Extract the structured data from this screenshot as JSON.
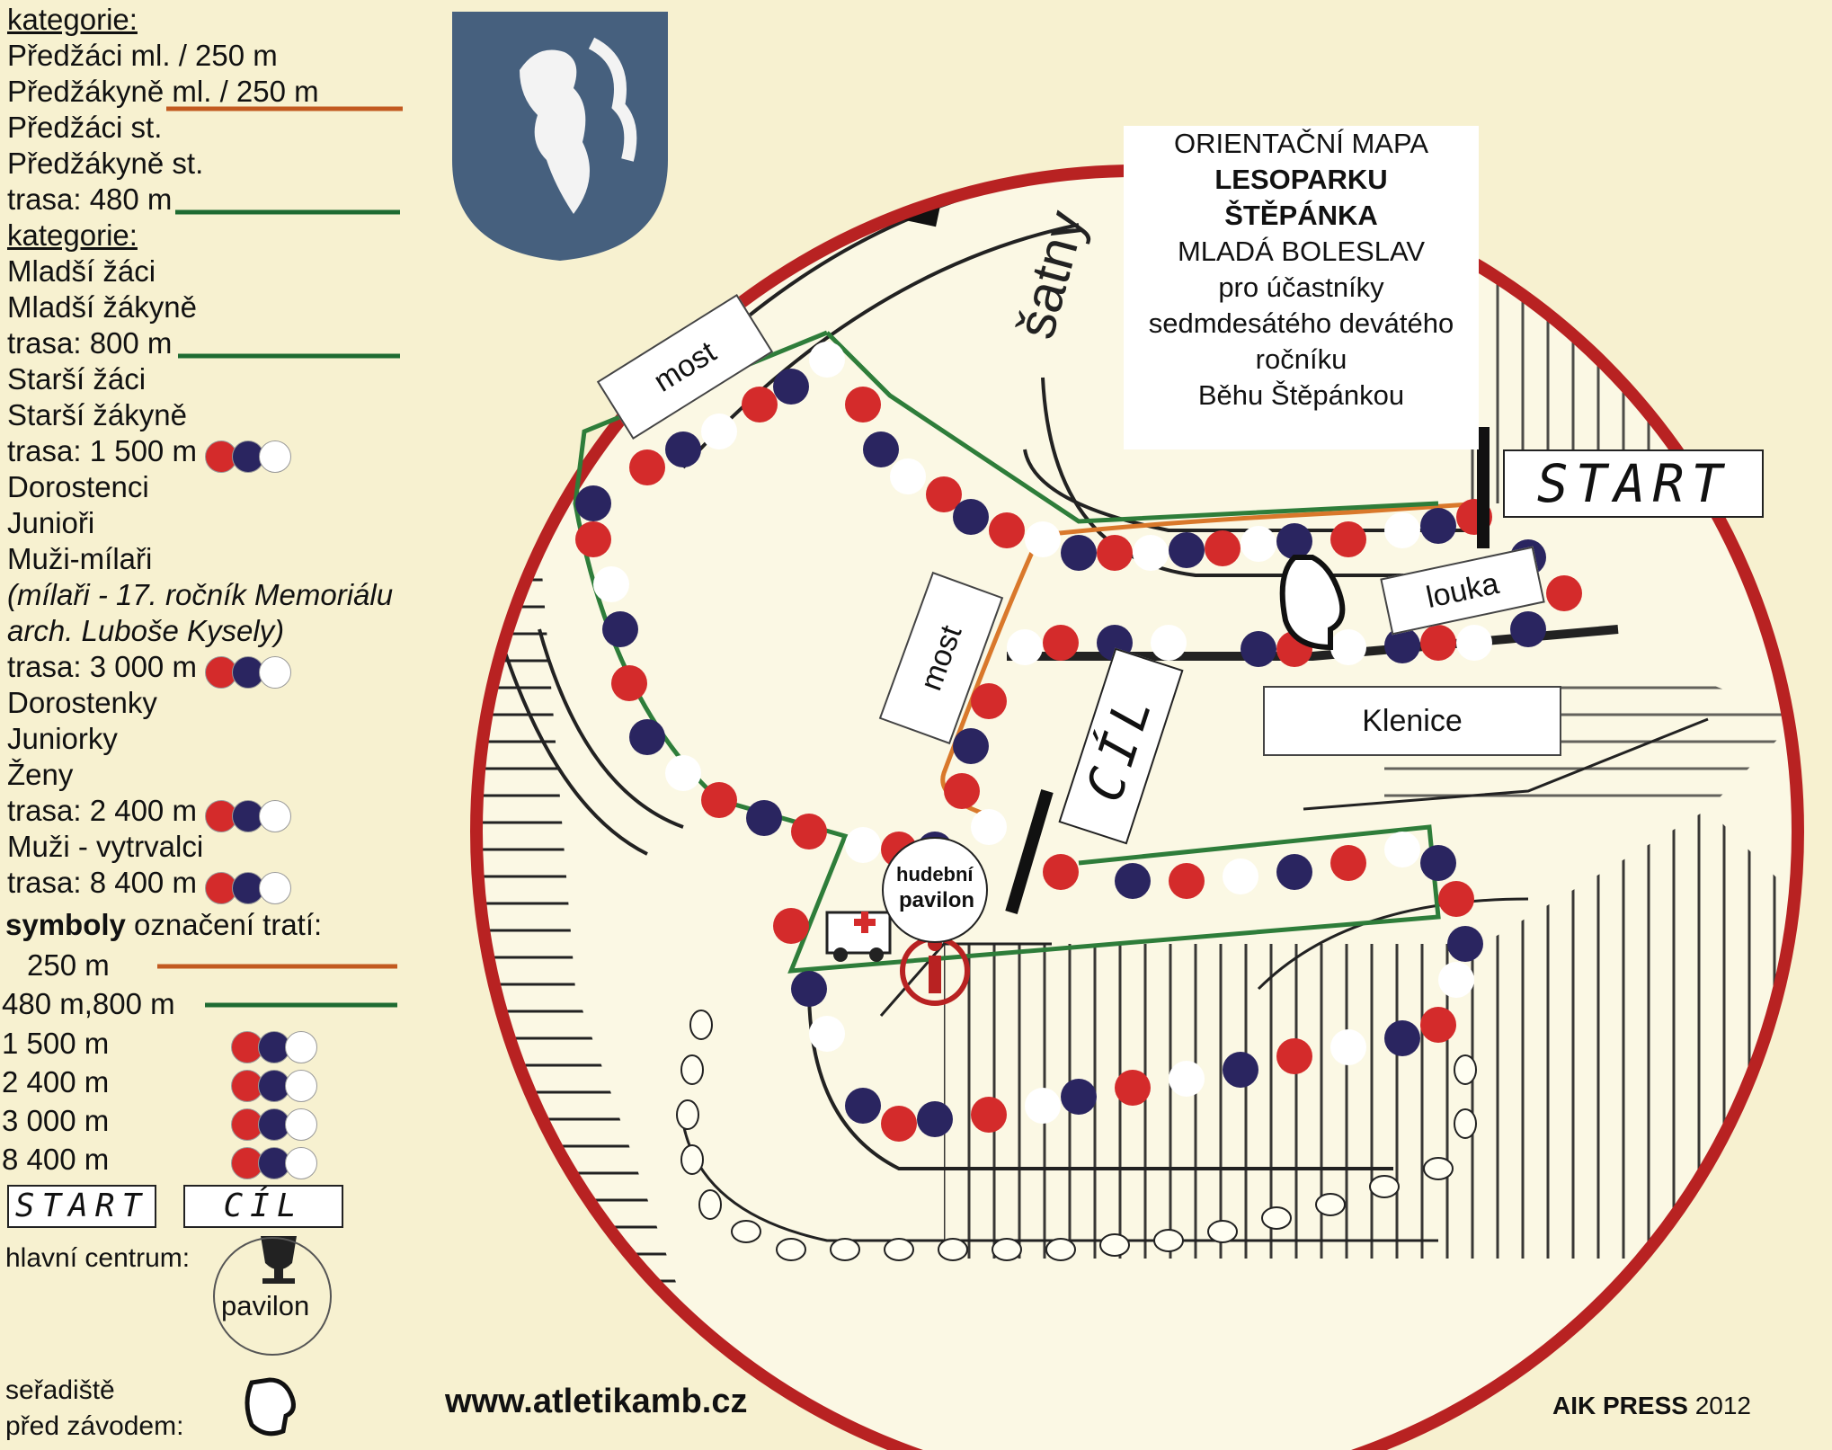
{
  "legend": {
    "cat1_heading": "kategorie:",
    "cat1_lines": [
      "Předžáci ml. / 250 m",
      "Předžákyně ml. / 250 m",
      "Předžáci st.",
      "Předžákyně st."
    ],
    "cat1_track": "trasa: 480 m",
    "cat2_heading": "kategorie:",
    "cat2_lines": [
      "Mladší žáci",
      "Mladší žákyně"
    ],
    "cat2_track": "trasa: 800 m",
    "cat3_lines": [
      "Starší žáci",
      "Starší žákyně"
    ],
    "cat3_track": "trasa: 1 500 m",
    "cat4_lines": [
      "Dorostenci",
      "Junioři",
      "Muži-mílaři"
    ],
    "cat4_note1": "(mílaři - 17. ročník Memoriálu",
    "cat4_note2": "arch. Luboše Kysely)",
    "cat4_track": "trasa: 3 000 m",
    "cat5_lines": [
      "Dorostenky",
      "Juniorky",
      "Ženy"
    ],
    "cat5_track": "trasa: 2 400 m",
    "cat6_lines": [
      "Muži - vytrvalci"
    ],
    "cat6_track": "trasa: 8 400 m",
    "symbols_bold": "symboly",
    "symbols_rest": " označení tratí:",
    "sym_250": "250 m",
    "sym_480": "480 m,800 m",
    "sym_1500": "1 500 m",
    "sym_2400": "2 400 m",
    "sym_3000": "3 000 m",
    "sym_8400": "8 400 m",
    "start_label": "START",
    "finish_label": "CÍL",
    "main_center": "hlavní centrum:",
    "pavilon": "pavilon",
    "assembly_1": "seřadiště",
    "assembly_2": "před závodem:"
  },
  "map": {
    "title_lines": [
      "ORIENTAČNÍ MAPA",
      "LESOPARKU",
      "ŠTĚPÁNKA",
      "MLADÁ BOLESLAV",
      "pro účastníky",
      "sedmdesátého devátého",
      "ročníku",
      "Běhu Štěpánkou"
    ],
    "satny": "šatny",
    "most": "most",
    "louka": "louka",
    "klenice": "Klenice",
    "start": "START",
    "cil": "CÍL",
    "hudebni": "hudební",
    "pavilon": "pavilon"
  },
  "footer": {
    "url": "www.atletikamb.cz",
    "press_bold": "AIK PRESS",
    "year": "2012"
  },
  "colors": {
    "orange_route": "#d9782b",
    "green_route": "#2e7d3a",
    "red_dot": "#d42b2b",
    "blue_dot": "#2a2560",
    "ring": "#b82222"
  }
}
